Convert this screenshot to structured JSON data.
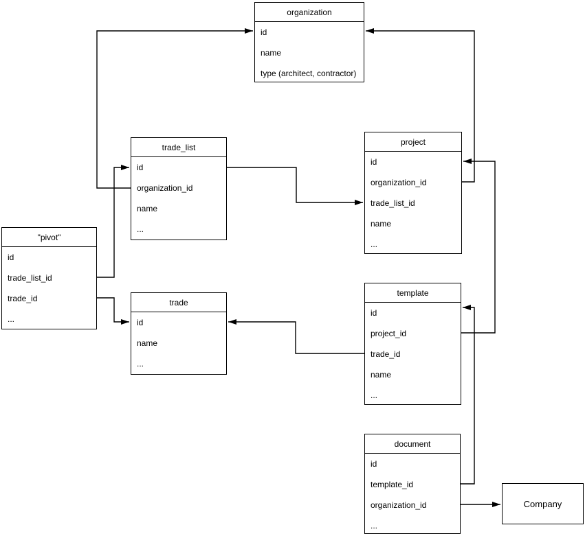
{
  "diagram": {
    "background_color": "#ffffff",
    "stroke_color": "#000000",
    "text_color": "#000000",
    "tables": [
      {
        "title": "organization",
        "fields": [
          "id",
          "name",
          "type (architect, contractor)"
        ]
      },
      {
        "title": "trade_list",
        "fields": [
          "id",
          "organization_id",
          "name",
          "..."
        ]
      },
      {
        "title": "project",
        "fields": [
          "id",
          "organization_id",
          "trade_list_id",
          "name",
          "..."
        ]
      },
      {
        "title": "\"pivot\"",
        "fields": [
          "id",
          "trade_list_id",
          "trade_id",
          "..."
        ]
      },
      {
        "title": "trade",
        "fields": [
          "id",
          "name",
          "..."
        ]
      },
      {
        "title": "template",
        "fields": [
          "id",
          "project_id",
          "trade_id",
          "name",
          "..."
        ]
      },
      {
        "title": "document",
        "fields": [
          "id",
          "template_id",
          "organization_id",
          "..."
        ]
      }
    ],
    "shapes": [
      {
        "label": "Company"
      }
    ],
    "relations": [
      {
        "from": "trade_list.organization_id",
        "to": "organization.id"
      },
      {
        "from": "project.organization_id",
        "to": "organization.id"
      },
      {
        "from": "pivot.trade_list_id",
        "to": "trade_list.id"
      },
      {
        "from": "pivot.trade_id",
        "to": "trade.id"
      },
      {
        "from": "trade_list.id",
        "to": "project.trade_list_id"
      },
      {
        "from": "template.project_id",
        "to": "project.id"
      },
      {
        "from": "template.trade_id",
        "to": "trade.id"
      },
      {
        "from": "document.template_id",
        "to": "template.id"
      },
      {
        "from": "document.organization_id",
        "to": "Company"
      }
    ]
  }
}
